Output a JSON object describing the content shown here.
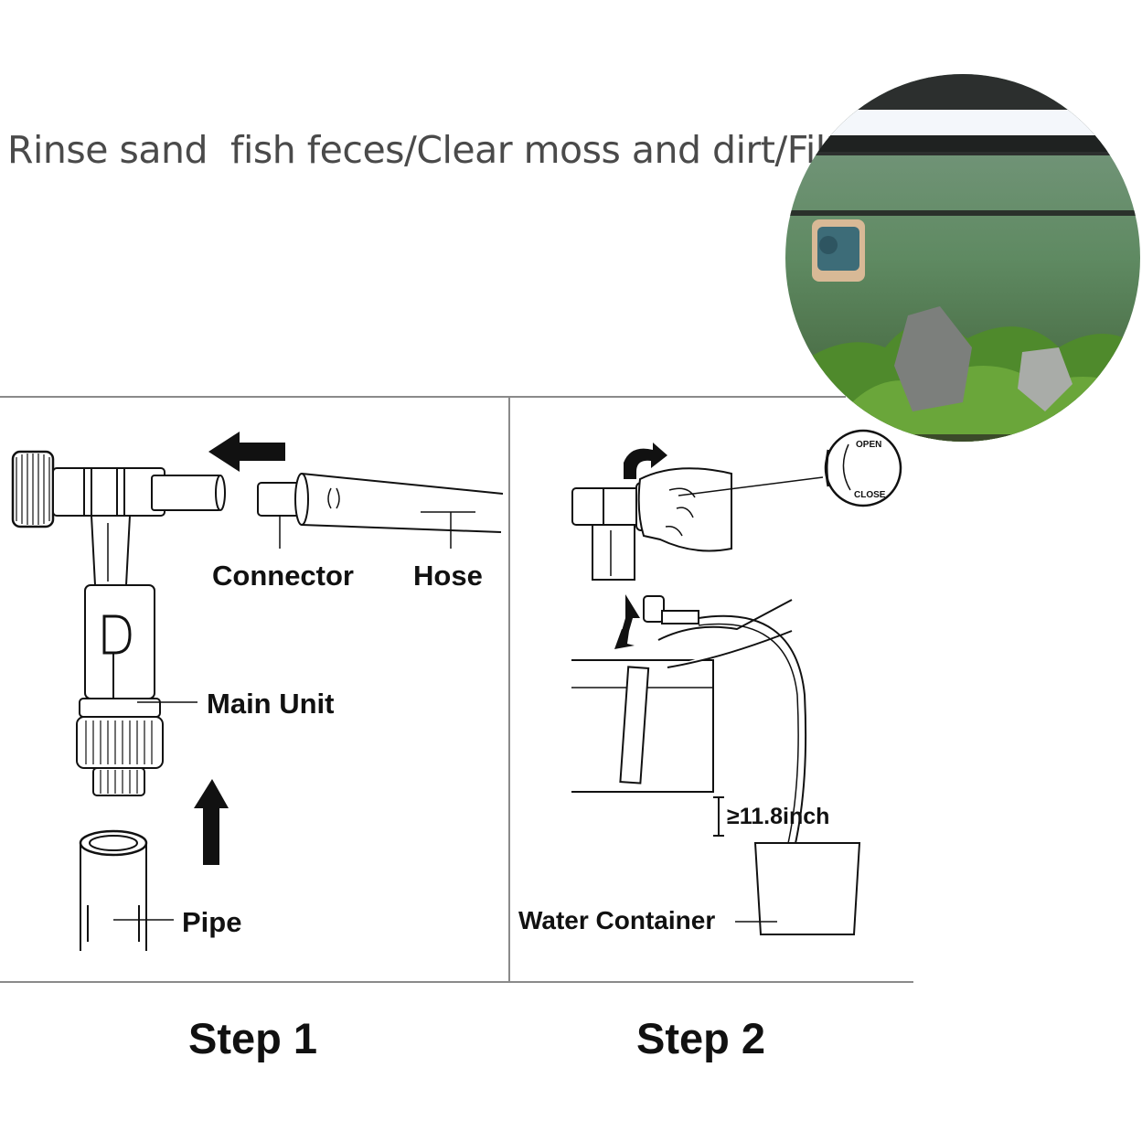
{
  "headline": "Rinse sand  fish feces/Clear moss and dirt/Filter",
  "step1": {
    "title": "Step 1",
    "labels": {
      "connector": "Connector",
      "hose": "Hose",
      "main_unit": "Main Unit",
      "pipe": "Pipe"
    }
  },
  "step2": {
    "title": "Step 2",
    "knob": {
      "open": "OPEN",
      "close": "CLOSE"
    },
    "height": "≥11.8inch",
    "container": "Water Container"
  },
  "colors": {
    "ink": "#111111",
    "frame": "#8a8a8a",
    "headline": "#4a4a4a",
    "water": "#3f7a43"
  }
}
